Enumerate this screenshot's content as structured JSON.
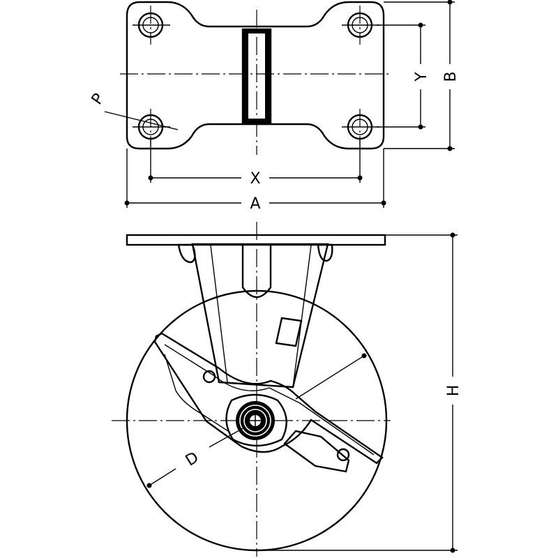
{
  "labels": {
    "A": "A",
    "B": "B",
    "X": "X",
    "Y": "Y",
    "P": "P",
    "H": "H",
    "D": "D"
  }
}
